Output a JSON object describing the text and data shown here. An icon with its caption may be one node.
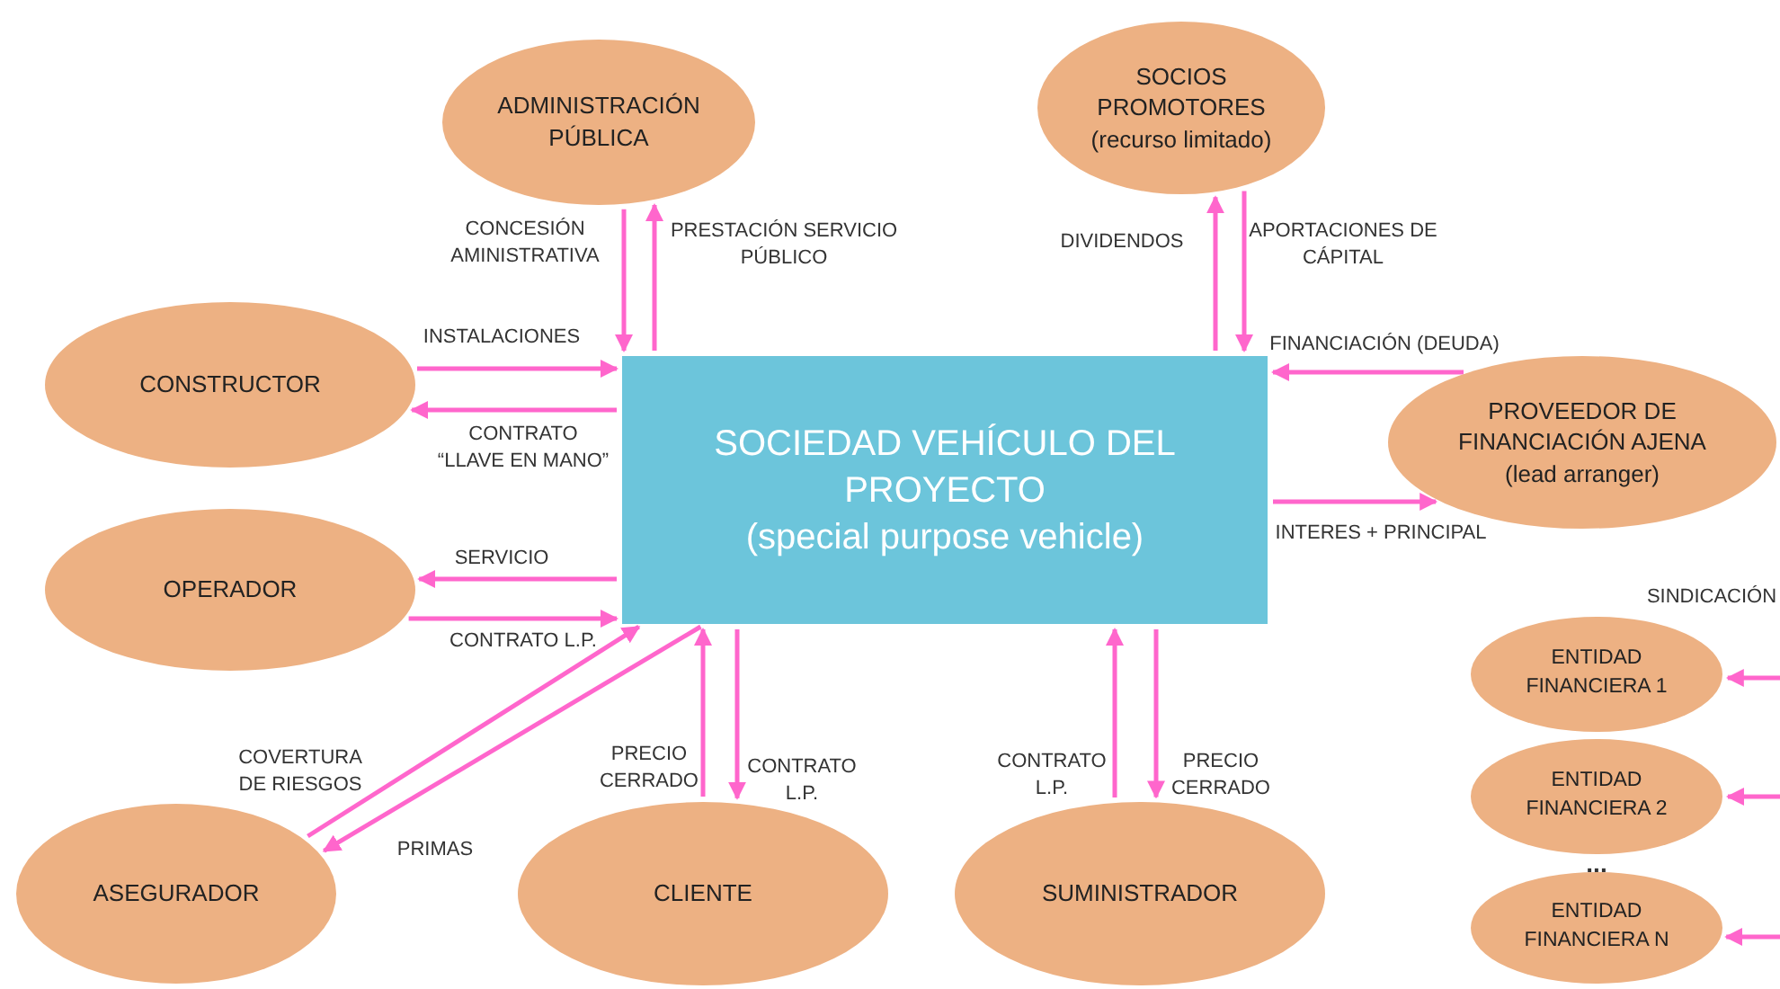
{
  "diagram": {
    "nodes": [
      {
        "text": [
          "SOCIEDAD VEHÍCULO DEL PROYECTO",
          "(special purpose vehicle)"
        ]
      },
      {
        "text": [
          "ADMINISTRACIÓN PÚBLICA"
        ]
      },
      {
        "text": [
          "SOCIOS PROMOTORES",
          "(recurso limitado)"
        ]
      },
      {
        "text": [
          "CONSTRUCTOR"
        ]
      },
      {
        "text": [
          "PROVEEDOR DE FINANCIACIÓN AJENA",
          "(lead arranger)"
        ]
      },
      {
        "text": [
          "OPERADOR"
        ]
      },
      {
        "text": [
          "ENTIDAD FINANCIERA 1"
        ]
      },
      {
        "text": [
          "ENTIDAD FINANCIERA 2"
        ]
      },
      {
        "text": [
          "ENTIDAD FINANCIERA N"
        ]
      },
      {
        "text": [
          "ASEGURADOR"
        ]
      },
      {
        "text": [
          "CLIENTE"
        ]
      },
      {
        "text": [
          "SUMINISTRADOR"
        ]
      }
    ],
    "edges": [
      {
        "from": 1,
        "to": 0,
        "arrow": "to",
        "label": "CONCESIÓN AMINISTRATIVA"
      },
      {
        "from": 0,
        "to": 1,
        "arrow": "to",
        "label": "PRESTACIÓN SERVICIO PÚBLICO"
      },
      {
        "from": 0,
        "to": 2,
        "arrow": "to",
        "label": "DIVIDENDOS"
      },
      {
        "from": 2,
        "to": 0,
        "arrow": "to",
        "label": "APORTACIONES DE CÁPITAL"
      },
      {
        "from": 3,
        "to": 0,
        "arrow": "to",
        "label": "INSTALACIONES"
      },
      {
        "from": 0,
        "to": 3,
        "arrow": "to",
        "label": "CONTRATO “LLAVE EN MANO”"
      },
      {
        "from": 4,
        "to": 0,
        "arrow": "to",
        "label": "FINANCIACIÓN (DEUDA)"
      },
      {
        "from": 0,
        "to": 4,
        "arrow": "to",
        "label": "INTERES + PRINCIPAL"
      },
      {
        "from": 0,
        "to": 5,
        "arrow": "to",
        "label": "SERVICIO"
      },
      {
        "from": 5,
        "to": 0,
        "arrow": "to",
        "label": "CONTRATO L.P."
      },
      {
        "from": 9,
        "to": 0,
        "arrow": "to",
        "label": "COVERTURA DE RIESGOS"
      },
      {
        "from": 0,
        "to": 9,
        "arrow": "to",
        "label": "PRIMAS"
      },
      {
        "from": 10,
        "to": 0,
        "arrow": "to",
        "label": "PRECIO CERRADO"
      },
      {
        "from": 0,
        "to": 10,
        "arrow": "to",
        "label": "CONTRATO L.P."
      },
      {
        "from": 11,
        "to": 0,
        "arrow": "to",
        "label": "CONTRATO L.P."
      },
      {
        "from": 0,
        "to": 11,
        "arrow": "to",
        "label": "PRECIO CERRADO"
      },
      {
        "from": null,
        "to": 6,
        "arrow": "to"
      },
      {
        "from": null,
        "to": 7,
        "arrow": "to"
      },
      {
        "from": null,
        "to": 8,
        "arrow": "to"
      }
    ],
    "labels": [
      "SINDICACIÓN",
      "..."
    ]
  }
}
